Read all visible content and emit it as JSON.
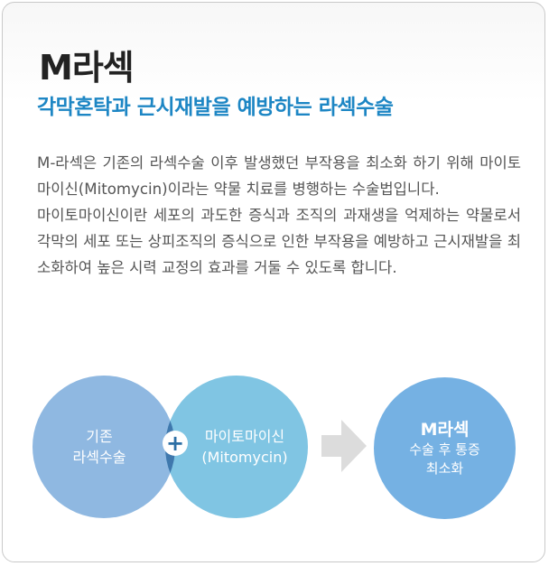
{
  "header": {
    "title": "M라섹",
    "subtitle": "각막혼탁과 근시재발을 예방하는 라섹수술"
  },
  "description": {
    "paragraph1": "M-라섹은 기존의 라섹수술 이후 발생했던 부작용을 최소화 하기 위해 마이토마이신(Mitomycin)이라는 약물 치료를 병행하는 수술법입니다.",
    "paragraph2": "마이토마이신이란 세포의 과도한 증식과 조직의 과재생을 억제하는 약물로서 각막의 세포 또는 상피조직의 증식으로 인한 부작용을 예방하고 근시재발을 최소화하여 높은 시력 교정의 효과를 거둘 수 있도록 합니다."
  },
  "diagram": {
    "left_circle": {
      "line1": "기존",
      "line2": "라섹수술"
    },
    "plus_symbol": "+",
    "middle_circle": {
      "line1": "마이토마이신",
      "line2": "(Mitomycin)"
    },
    "right_circle": {
      "title": "M라섹",
      "line1": "수술 후 통증",
      "line2": "최소화"
    }
  },
  "colors": {
    "subtitle": "#1d86c4",
    "circle_left": "#8fb8e1",
    "circle_middle": "#79c2e2",
    "circle_overlap": "#3f78ad",
    "circle_right": "#75b1e3",
    "arrow": "#dcdcdc"
  }
}
